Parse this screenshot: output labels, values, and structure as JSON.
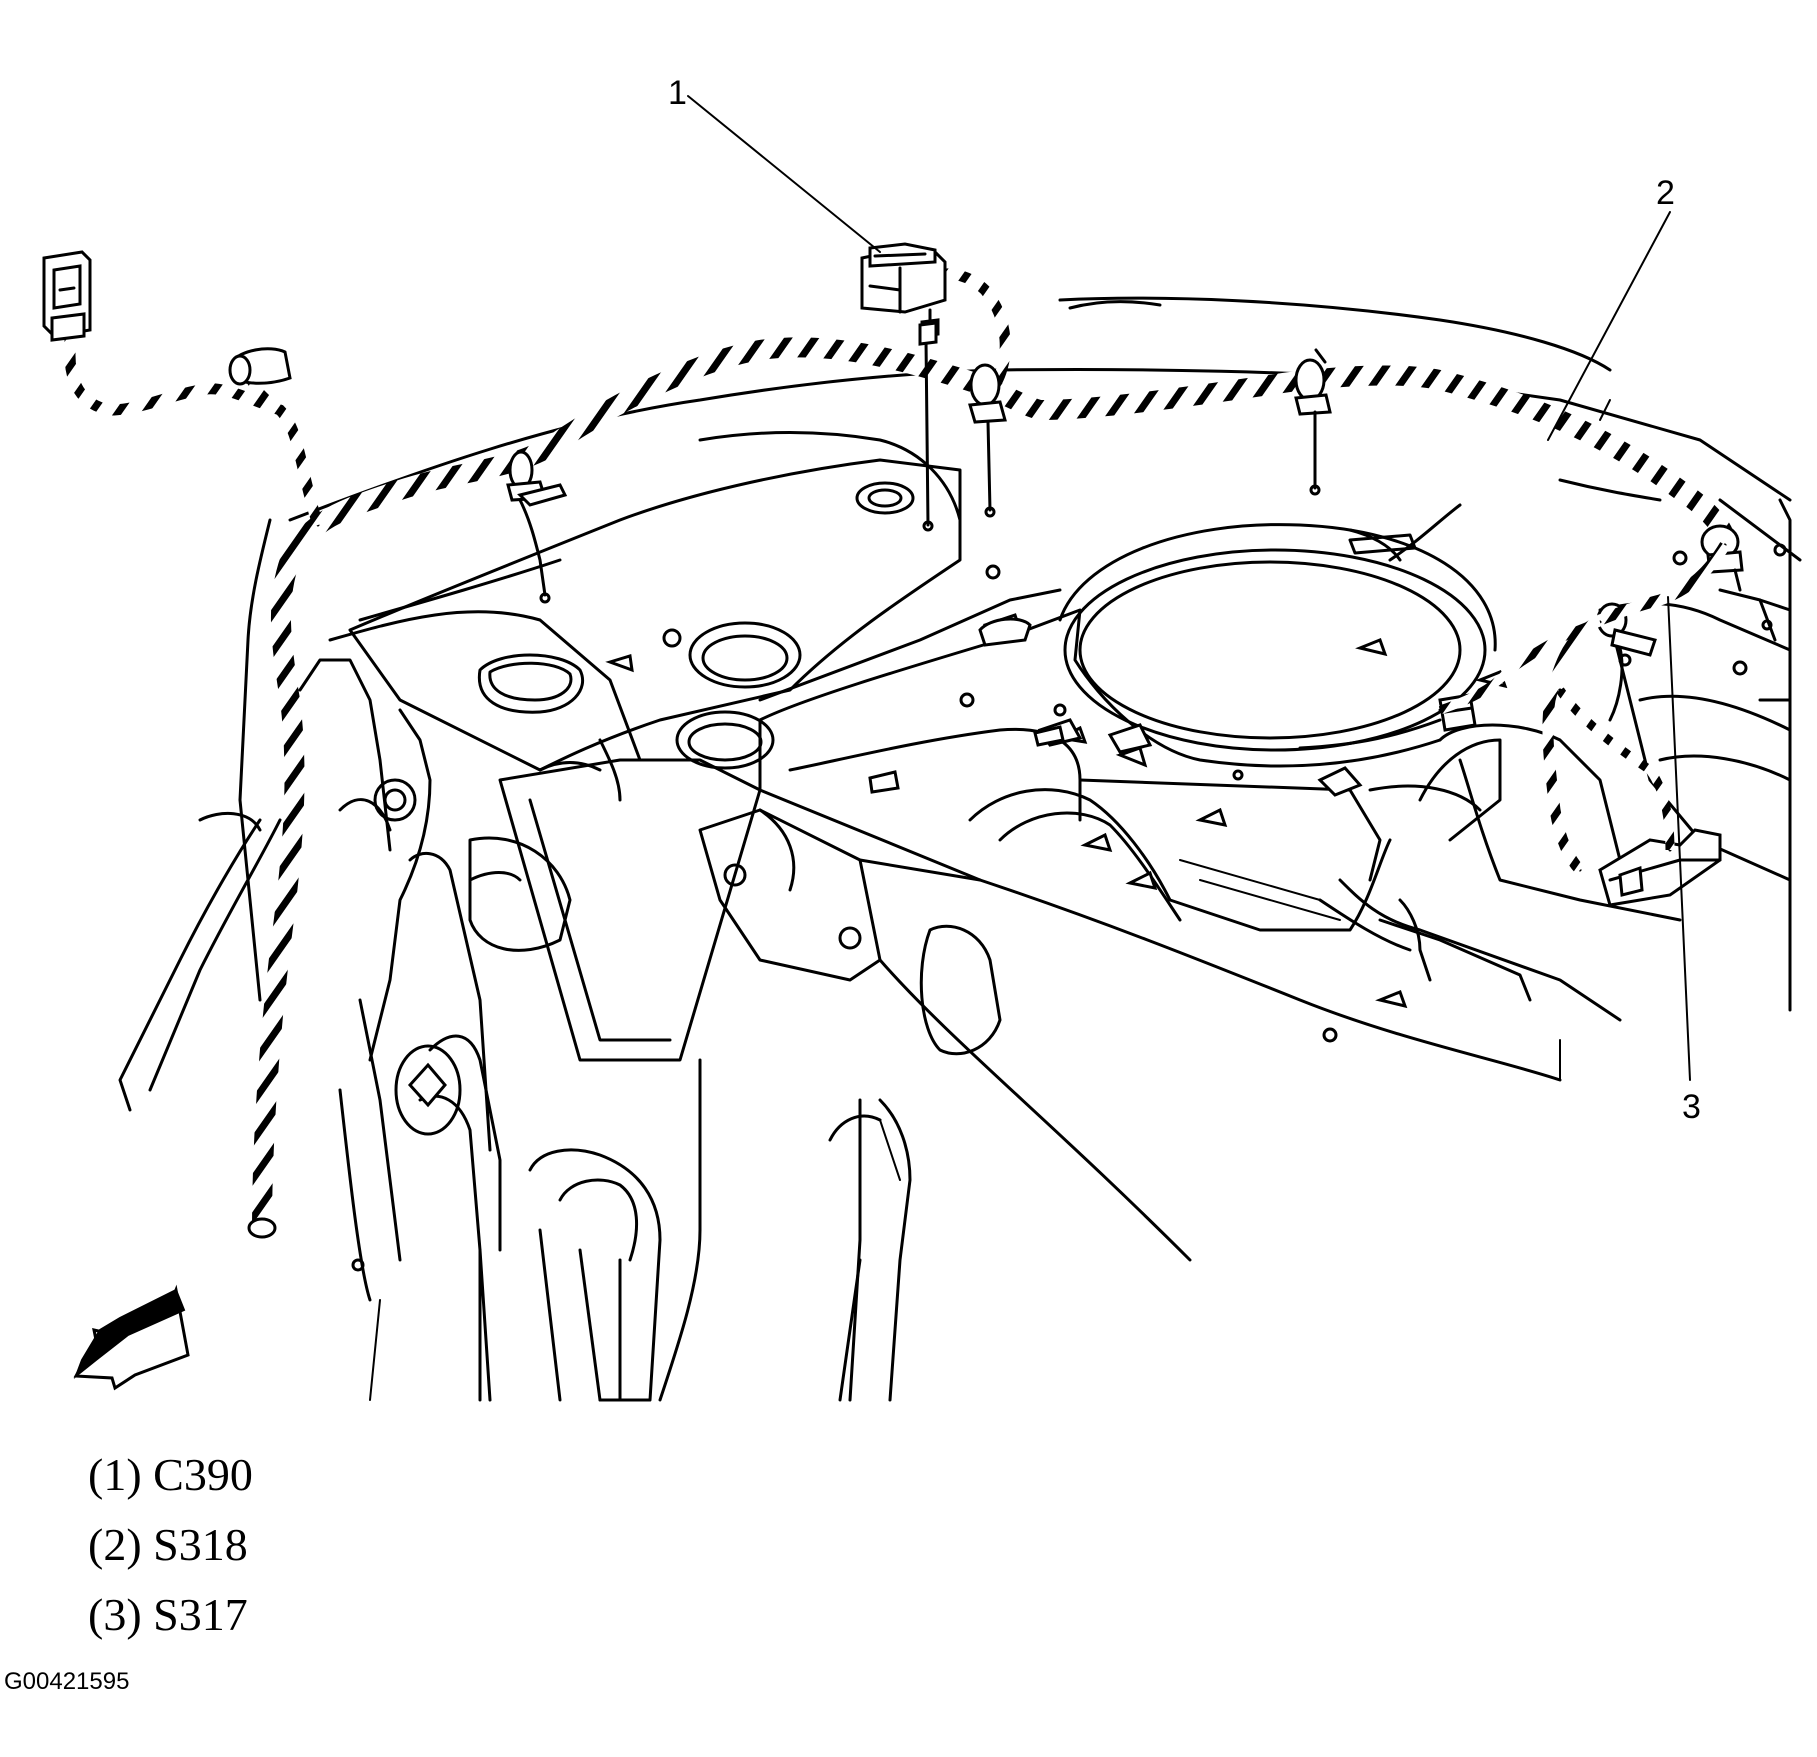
{
  "callouts": [
    {
      "number": "1"
    },
    {
      "number": "2"
    },
    {
      "number": "3"
    }
  ],
  "legend": [
    {
      "text": "(1) C390"
    },
    {
      "text": "(2) S318"
    },
    {
      "text": "(3) S317"
    }
  ],
  "figure_id": "G00421595"
}
